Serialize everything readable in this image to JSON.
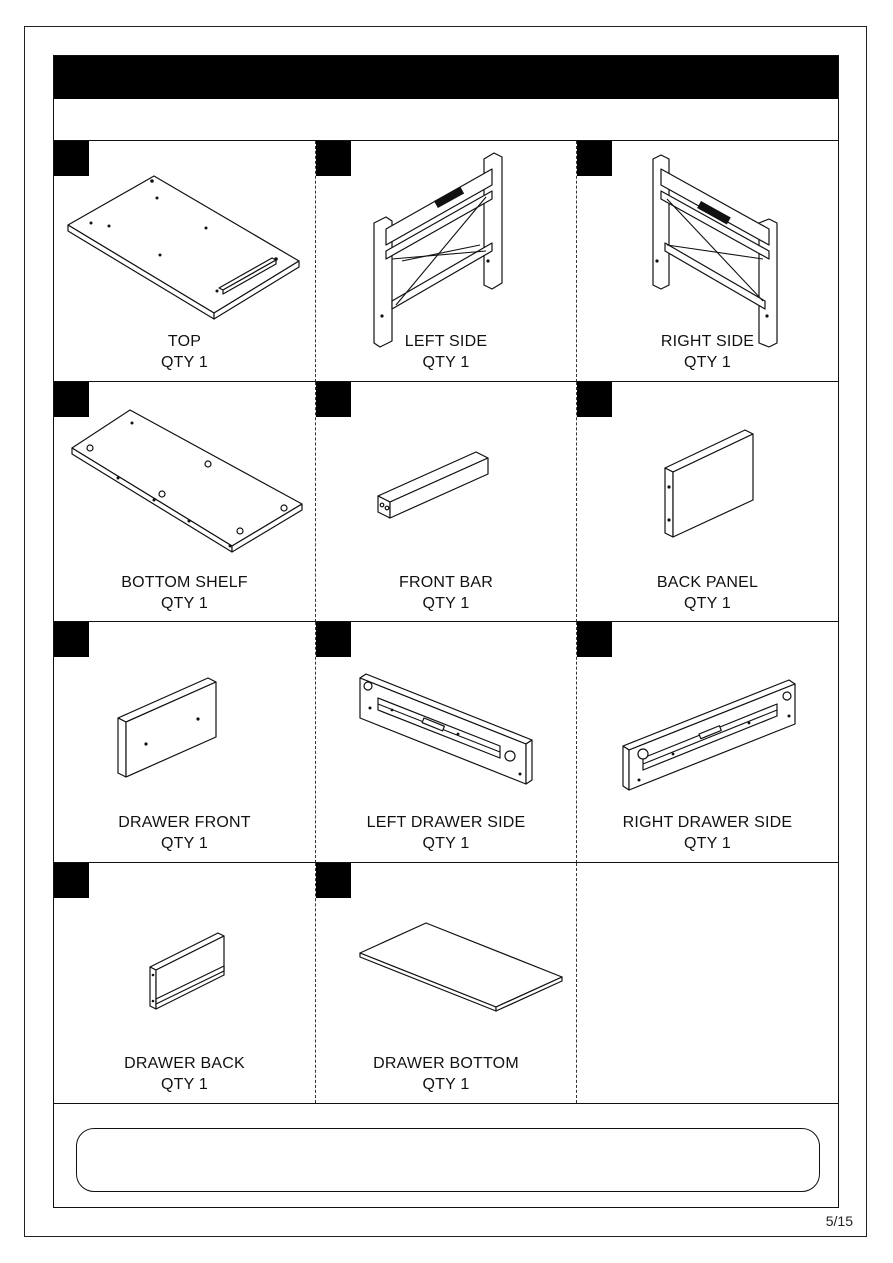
{
  "page": {
    "number": "5/15"
  },
  "header": {
    "title": "",
    "subtitle": ""
  },
  "parts": [
    {
      "id": "top",
      "name": "TOP",
      "qty": "QTY 1",
      "icon": "tabletop-icon"
    },
    {
      "id": "left-side",
      "name": "LEFT SIDE",
      "qty": "QTY 1",
      "icon": "left-side-frame-icon"
    },
    {
      "id": "right-side",
      "name": "RIGHT SIDE",
      "qty": "QTY 1",
      "icon": "right-side-frame-icon"
    },
    {
      "id": "bottom-shelf",
      "name": "BOTTOM SHELF",
      "qty": "QTY 1",
      "icon": "bottom-shelf-icon"
    },
    {
      "id": "front-bar",
      "name": "FRONT BAR",
      "qty": "QTY 1",
      "icon": "front-bar-icon"
    },
    {
      "id": "back-panel",
      "name": "BACK PANEL",
      "qty": "QTY 1",
      "icon": "back-panel-icon"
    },
    {
      "id": "drawer-front",
      "name": "DRAWER FRONT",
      "qty": "QTY 1",
      "icon": "drawer-front-icon"
    },
    {
      "id": "left-drawer-side",
      "name": "LEFT DRAWER SIDE",
      "qty": "QTY 1",
      "icon": "left-drawer-side-icon"
    },
    {
      "id": "right-drawer-side",
      "name": "RIGHT DRAWER SIDE",
      "qty": "QTY 1",
      "icon": "right-drawer-side-icon"
    },
    {
      "id": "drawer-back",
      "name": "DRAWER BACK",
      "qty": "QTY 1",
      "icon": "drawer-back-icon"
    },
    {
      "id": "drawer-bottom",
      "name": "DRAWER BOTTOM",
      "qty": "QTY 1",
      "icon": "drawer-bottom-icon"
    }
  ],
  "notes": {
    "text": ""
  }
}
